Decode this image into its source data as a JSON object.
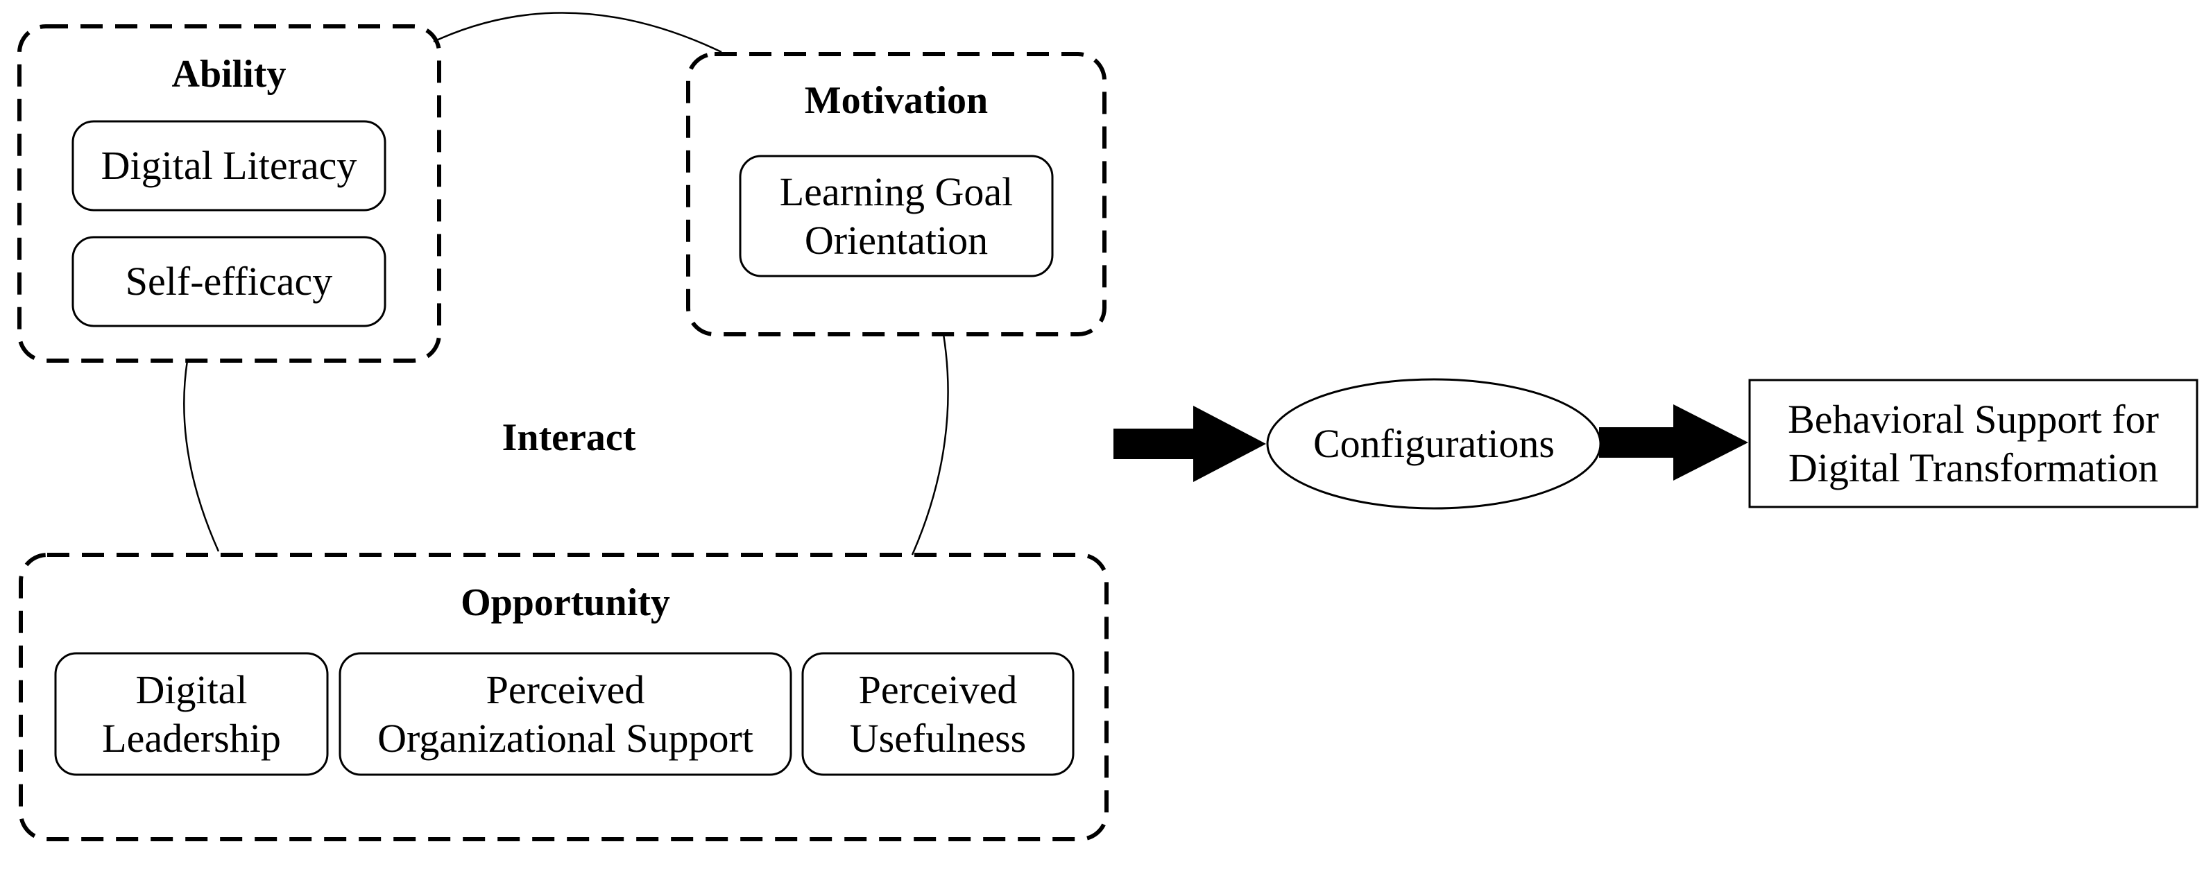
{
  "ability": {
    "title": "Ability",
    "items": [
      "Digital Literacy",
      "Self-efficacy"
    ]
  },
  "motivation": {
    "title": "Motivation",
    "items": [
      {
        "line1": "Learning Goal",
        "line2": "Orientation"
      }
    ]
  },
  "opportunity": {
    "title": "Opportunity",
    "items": [
      {
        "line1": "Digital",
        "line2": "Leadership"
      },
      {
        "line1": "Perceived",
        "line2": "Organizational Support"
      },
      {
        "line1": "Perceived",
        "line2": "Usefulness"
      }
    ]
  },
  "center_label": "Interact",
  "configurations": "Configurations",
  "outcome": {
    "line1": "Behavioral Support for",
    "line2": "Digital Transformation"
  }
}
